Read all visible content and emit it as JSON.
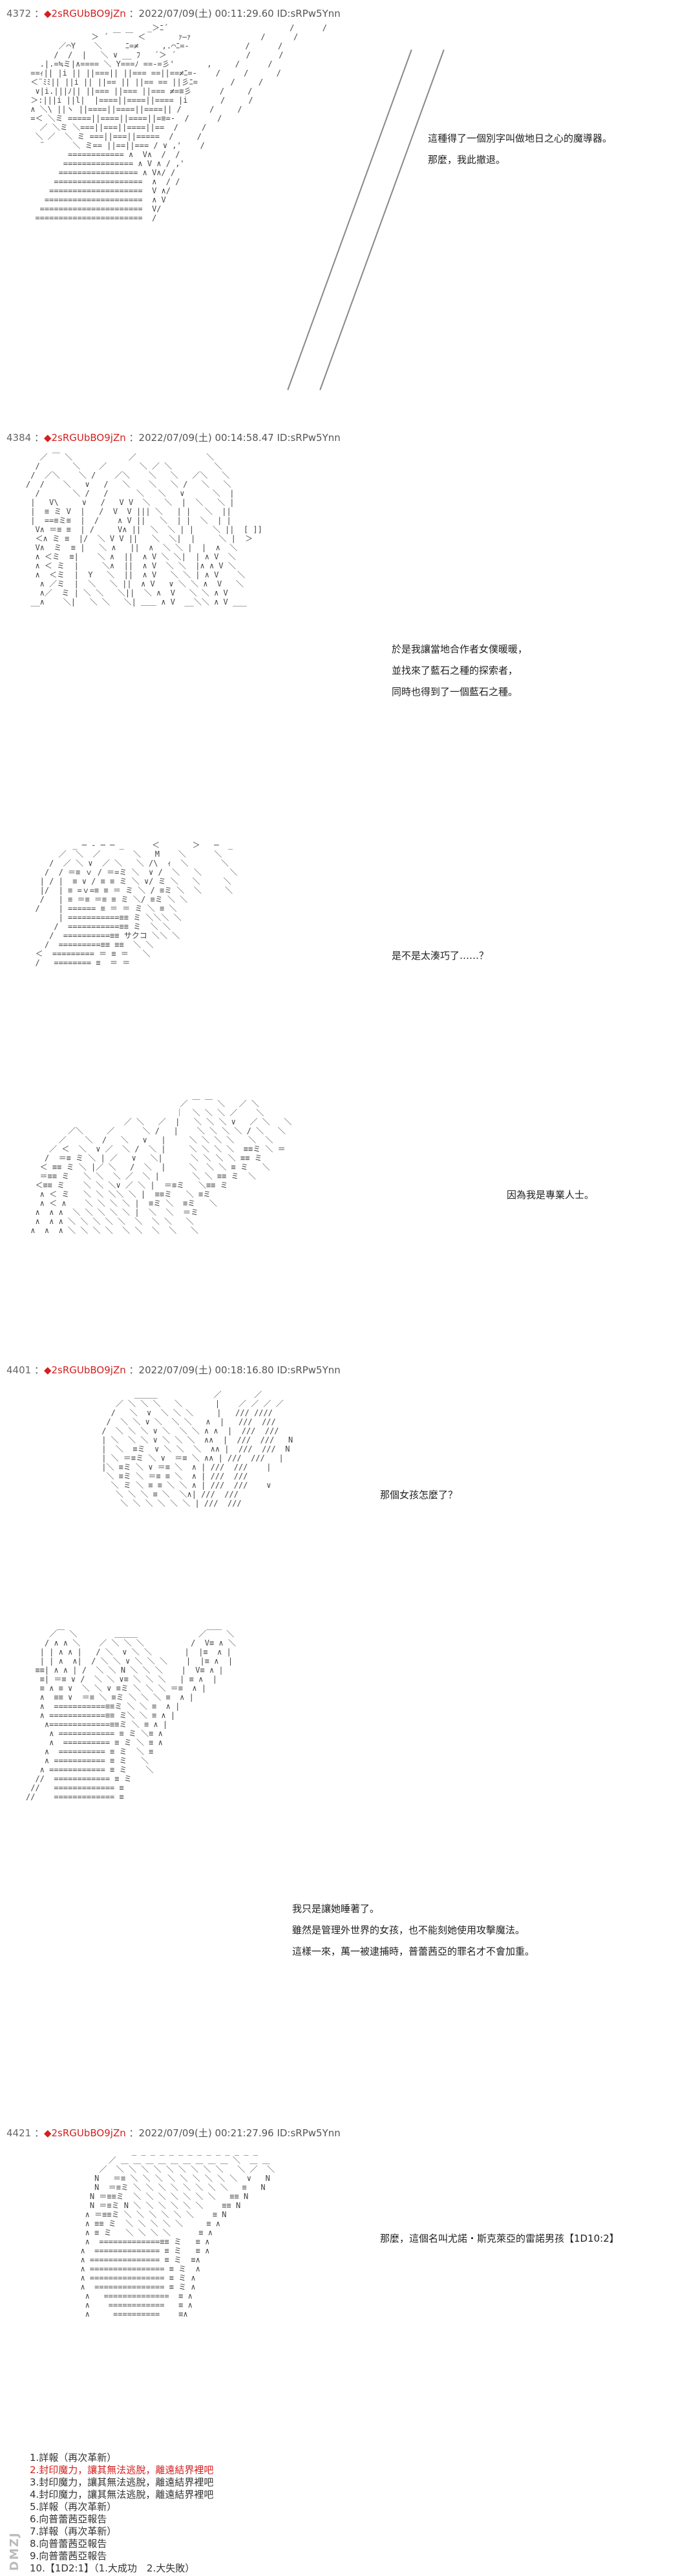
{
  "posts": [
    {
      "number": "4372",
      "name": "◆2sRGUbBO9jZn",
      "meta": "2022/07/09(土) 00:11:29.60 ID:sRPw5Ynn",
      "lines": [
        "這種得了一個別字叫做地日之心的魔導器。",
        "那麼，我此撤退。"
      ]
    },
    {
      "number": "4384",
      "name": "◆2sRGUbBO9jZn",
      "meta": "2022/07/09(土) 00:14:58.47 ID:sRPw5Ynn",
      "lines_a": [
        "於是我讓當地合作者女僕暖暖，",
        "並找來了藍石之種的探索者，",
        "同時也得到了一個藍石之種。"
      ],
      "lines_b": [
        "是不是太湊巧了……？"
      ],
      "lines_c": [
        "因為我是專業人士。"
      ]
    },
    {
      "number": "4401",
      "name": "◆2sRGUbBO9jZn",
      "meta": "2022/07/09(土) 00:18:16.80 ID:sRPw5Ynn",
      "lines_a": [
        "那個女孩怎麼了？"
      ],
      "lines_b": [
        "我只是讓她睡著了。",
        "雖然是管理外世界的女孩，也不能刻她使用攻擊魔法。",
        "這樣一來，萬一被逮捕時，普蕾茜亞的罪名才不會加重。"
      ]
    },
    {
      "number": "4421",
      "name": "◆2sRGUbBO9jZn",
      "meta": "2022/07/09(土) 00:21:27.96 ID:sRPw5Ynn",
      "lines": [
        "那麼，這個名叫尤諾・斯克萊亞的雷諾男孩【1D10:2】"
      ]
    }
  ],
  "choices": [
    "1.詳報（再次革新）",
    "2.封印魔力，讓其無法逃脫，離遠結界裡吧",
    "3.封印魔力，讓其無法逃脫，離遠結界裡吧",
    "4.封印魔力，讓其無法逃脫，離遠結界裡吧",
    "5.詳報（再次革新）",
    "6.向普蕾茜亞報告",
    "7.詳報（再次革新）",
    "8.向普蕾茜亞報告",
    "9.向普蕾茜亞報告",
    "10.【1D2:1】（1.大成功　2.大失敗）"
  ],
  "watermark": "DMZJ",
  "colors": {
    "trip": "#d32020",
    "text": "#333333",
    "art": "#444444"
  }
}
